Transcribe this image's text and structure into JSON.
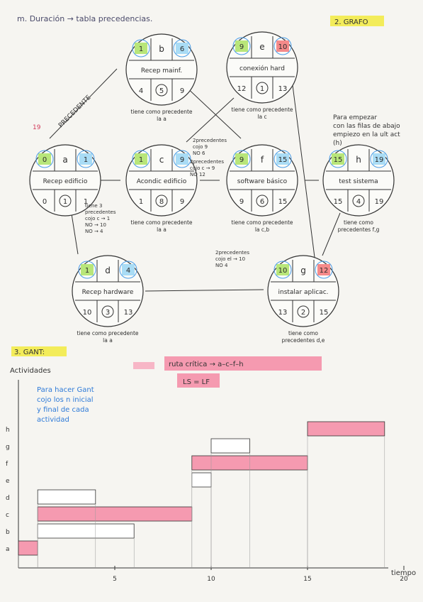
{
  "header": {
    "title": "m. Duración → tabla precedencias.",
    "section2": "2. GRAFO"
  },
  "nodes": [
    {
      "id": "a",
      "name": "Recep edificio",
      "es": "0",
      "dur": "1",
      "ef": "1",
      "ls": "0",
      "slack": "1",
      "lf": "1",
      "note": ""
    },
    {
      "id": "b",
      "name": "Recep mainf.",
      "es": "1",
      "dur": "5",
      "ef": "6",
      "ls": "4",
      "slack": "5",
      "lf": "9",
      "note": "tiene como precedente la a"
    },
    {
      "id": "c",
      "name": "Acondic edificio",
      "es": "1",
      "dur": "8",
      "ef": "9",
      "ls": "1",
      "slack": "8",
      "lf": "9",
      "note": "tiene como precedente la a"
    },
    {
      "id": "d",
      "name": "Recep hardware",
      "es": "1",
      "dur": "3",
      "ef": "4",
      "ls": "10",
      "slack": "3",
      "lf": "13",
      "note": "tiene como precedente la a"
    },
    {
      "id": "e",
      "name": "conexión hard",
      "es": "9",
      "dur": "1",
      "ef": "10",
      "ls": "12",
      "slack": "1",
      "lf": "13",
      "note": "tiene como precedente la c"
    },
    {
      "id": "f",
      "name": "software básico",
      "es": "9",
      "dur": "6",
      "ef": "15",
      "ls": "9",
      "slack": "6",
      "lf": "15",
      "note": "tiene como precedente la c,b"
    },
    {
      "id": "g",
      "name": "instalar aplicac.",
      "es": "10",
      "dur": "2",
      "ef": "12",
      "ls": "13",
      "slack": "2",
      "lf": "15",
      "note": "tiene como precedentes d,e"
    },
    {
      "id": "h",
      "name": "test sistema",
      "es": "15",
      "dur": "4",
      "ef": "19",
      "ls": "15",
      "slack": "4",
      "lf": "19",
      "note": "tiene como precedentes f,g"
    }
  ],
  "annotations": {
    "precedente": "PRECEDENTE",
    "arrow_19": "19",
    "tres_prec": [
      "tiene 3",
      "precedentes",
      "cojo c → 1",
      "NO → 10",
      "NO → 4"
    ],
    "dos_prec_c": [
      "2precedentes",
      "cojo c → 9",
      "NO 12"
    ],
    "dos_prec_f": [
      "2precedentes",
      "cojo 9",
      "NO 6"
    ],
    "dos_prec_g": [
      "2precedentes",
      "cojo el → 10",
      "NO 4"
    ],
    "para_empezar": [
      "Para empezar",
      "con las filas de abajo",
      "empiezo en la ult act",
      "(h)"
    ]
  },
  "gantt": {
    "section": "3. GANT:",
    "ylabel": "Actividades",
    "xlabel": "tiempo",
    "note": [
      "Para hacer Gant",
      "cojo los n inicial",
      "y final de cada",
      "actividad"
    ],
    "critical_path": "ruta crítica → a–c–f–h",
    "critical_cond": "LS = LF",
    "x_ticks": [
      "5",
      "10",
      "15",
      "20"
    ],
    "activities": [
      "a",
      "b",
      "c",
      "d",
      "e",
      "f",
      "g",
      "h"
    ],
    "bars": [
      {
        "act": "a",
        "start": 0,
        "end": 1,
        "critical": true
      },
      {
        "act": "b",
        "start": 1,
        "end": 6,
        "critical": false
      },
      {
        "act": "c",
        "start": 1,
        "end": 9,
        "critical": true
      },
      {
        "act": "d",
        "start": 1,
        "end": 4,
        "critical": false
      },
      {
        "act": "e",
        "start": 9,
        "end": 10,
        "critical": false
      },
      {
        "act": "f",
        "start": 9,
        "end": 15,
        "critical": true
      },
      {
        "act": "g",
        "start": 10,
        "end": 12,
        "critical": false
      },
      {
        "act": "h",
        "start": 15,
        "end": 19,
        "critical": true
      }
    ],
    "colors": {
      "critical": "#f59ab0",
      "normal": "#ffffff",
      "highlight": "#f7b6c6"
    }
  }
}
